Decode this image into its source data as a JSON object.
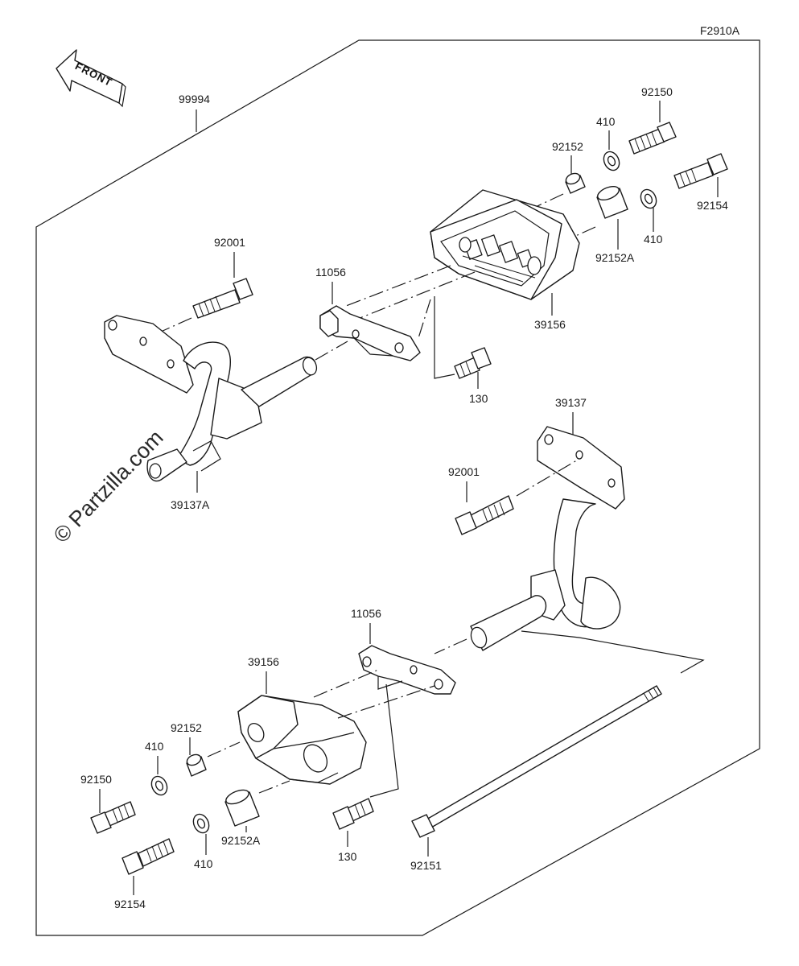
{
  "figure_code": "F2910A",
  "watermark": "© Partzilla.com",
  "front_label": "FRONT",
  "labels": {
    "kit": "99994",
    "bolt_upper_right_1": "92150",
    "washer_upper_1": "410",
    "collar_upper_1": "92152",
    "bolt_upper_right_2": "92154",
    "washer_upper_2": "410",
    "collar_upper_2": "92152A",
    "bolt_upper_left": "92001",
    "plate_upper": "11056",
    "slider_upper": "39156",
    "bolt_130_upper": "130",
    "bracket_left": "39137A",
    "bracket_right": "39137",
    "bolt_right_bracket": "92001",
    "plate_lower": "11056",
    "slider_lower": "39156",
    "collar_lower_1": "92152",
    "washer_lower_1": "410",
    "bolt_lower_1": "92150",
    "collar_lower_2": "92152A",
    "washer_lower_2": "410",
    "bolt_lower_2": "92154",
    "bolt_130_lower": "130",
    "long_bolt": "92151"
  }
}
